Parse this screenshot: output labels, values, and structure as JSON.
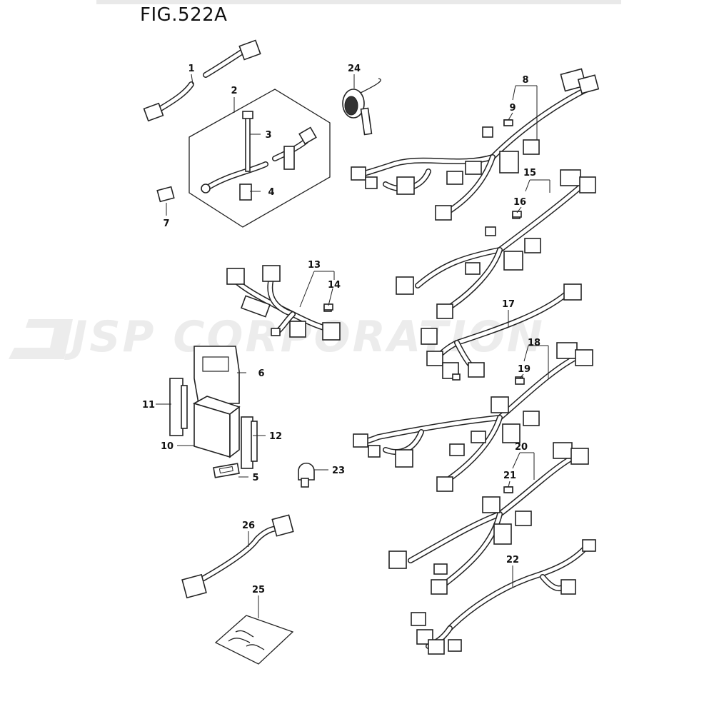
{
  "figure": {
    "title": "FIG.522A"
  },
  "watermark": {
    "text": "JSP CORPORATION"
  },
  "callouts": [
    {
      "id": "1",
      "label": "1"
    },
    {
      "id": "2",
      "label": "2"
    },
    {
      "id": "3",
      "label": "3"
    },
    {
      "id": "4",
      "label": "4"
    },
    {
      "id": "5",
      "label": "5"
    },
    {
      "id": "6",
      "label": "6"
    },
    {
      "id": "7",
      "label": "7"
    },
    {
      "id": "8",
      "label": "8"
    },
    {
      "id": "9",
      "label": "9"
    },
    {
      "id": "10",
      "label": "10"
    },
    {
      "id": "11",
      "label": "11"
    },
    {
      "id": "12",
      "label": "12"
    },
    {
      "id": "13",
      "label": "13"
    },
    {
      "id": "14",
      "label": "14"
    },
    {
      "id": "15",
      "label": "15"
    },
    {
      "id": "16",
      "label": "16"
    },
    {
      "id": "17",
      "label": "17"
    },
    {
      "id": "18",
      "label": "18"
    },
    {
      "id": "19",
      "label": "19"
    },
    {
      "id": "20",
      "label": "20"
    },
    {
      "id": "21",
      "label": "21"
    },
    {
      "id": "22",
      "label": "22"
    },
    {
      "id": "23",
      "label": "23"
    },
    {
      "id": "24",
      "label": "24"
    },
    {
      "id": "25",
      "label": "25"
    },
    {
      "id": "26",
      "label": "26"
    }
  ]
}
